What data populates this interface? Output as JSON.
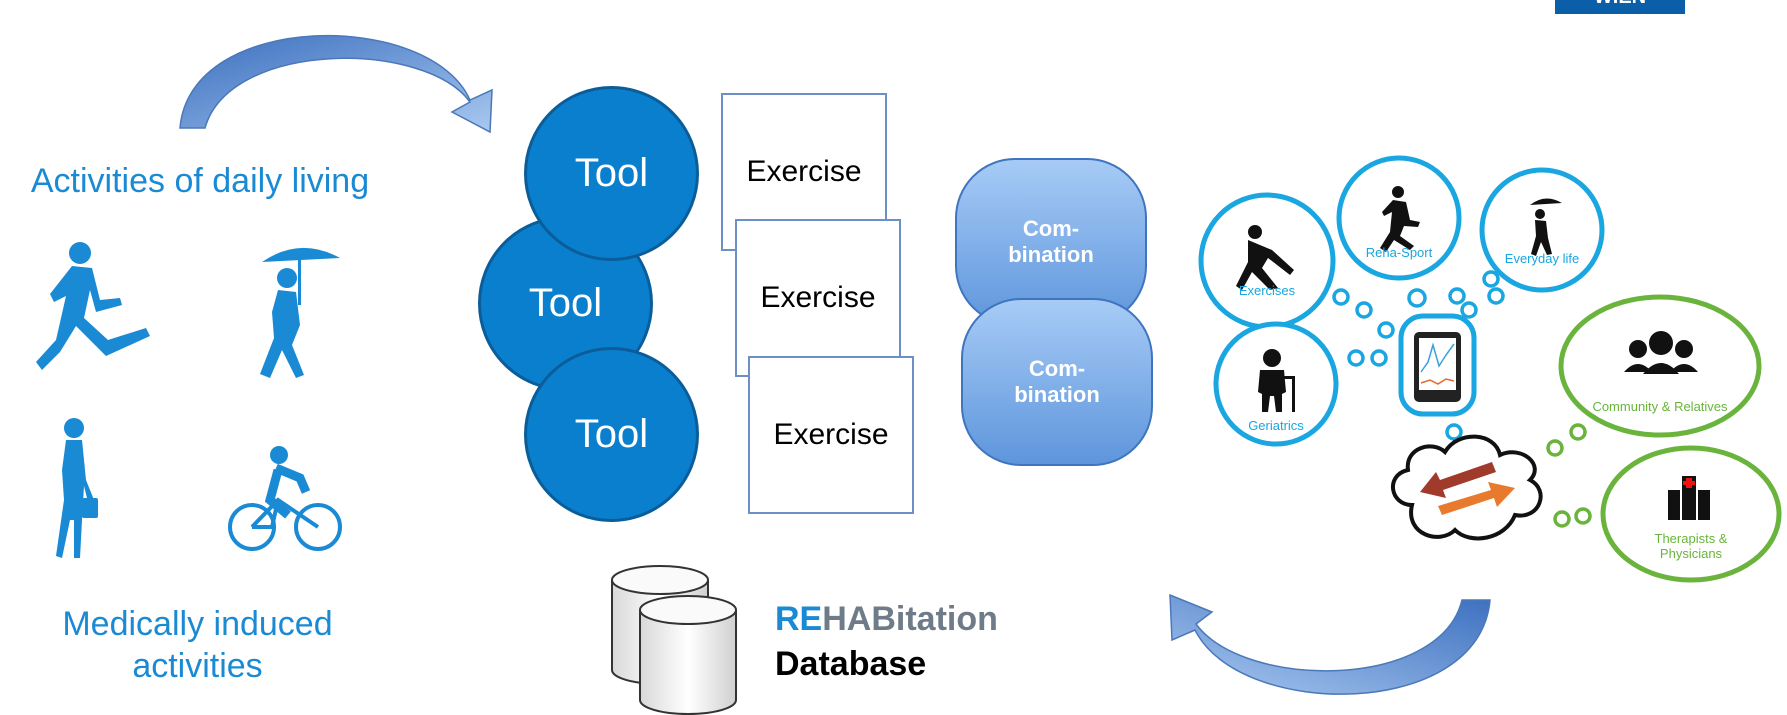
{
  "left": {
    "heading": "Activities of daily living",
    "footer_line1": "Medically induced",
    "footer_line2": "activities"
  },
  "tools": [
    "Tool",
    "Tool",
    "Tool"
  ],
  "exercises": [
    "Exercise",
    "Exercise",
    "Exercise"
  ],
  "combinations": [
    {
      "line1": "Com-",
      "line2": "bination"
    },
    {
      "line1": "Com-",
      "line2": "bination"
    }
  ],
  "database": {
    "title_accent": "RE",
    "title_rest": "HABitation",
    "subtitle": "Database"
  },
  "bubbles": {
    "exercises": "Exercises",
    "reha_sport": "Reha-Sport",
    "everyday_life": "Everyday life",
    "geriatrics": "Geriatrics",
    "community_relatives": "Community & Relatives",
    "therapists_line1": "Therapists &",
    "therapists_line2": "Physicians"
  },
  "logo_text": "WIEN",
  "colors": {
    "accent_blue": "#1a8ad4",
    "tool_blue": "#0a7fcd",
    "bubble_blue": "#1aa6e0",
    "bubble_green": "#6ab43d",
    "database_grey": "#6f7b88"
  }
}
